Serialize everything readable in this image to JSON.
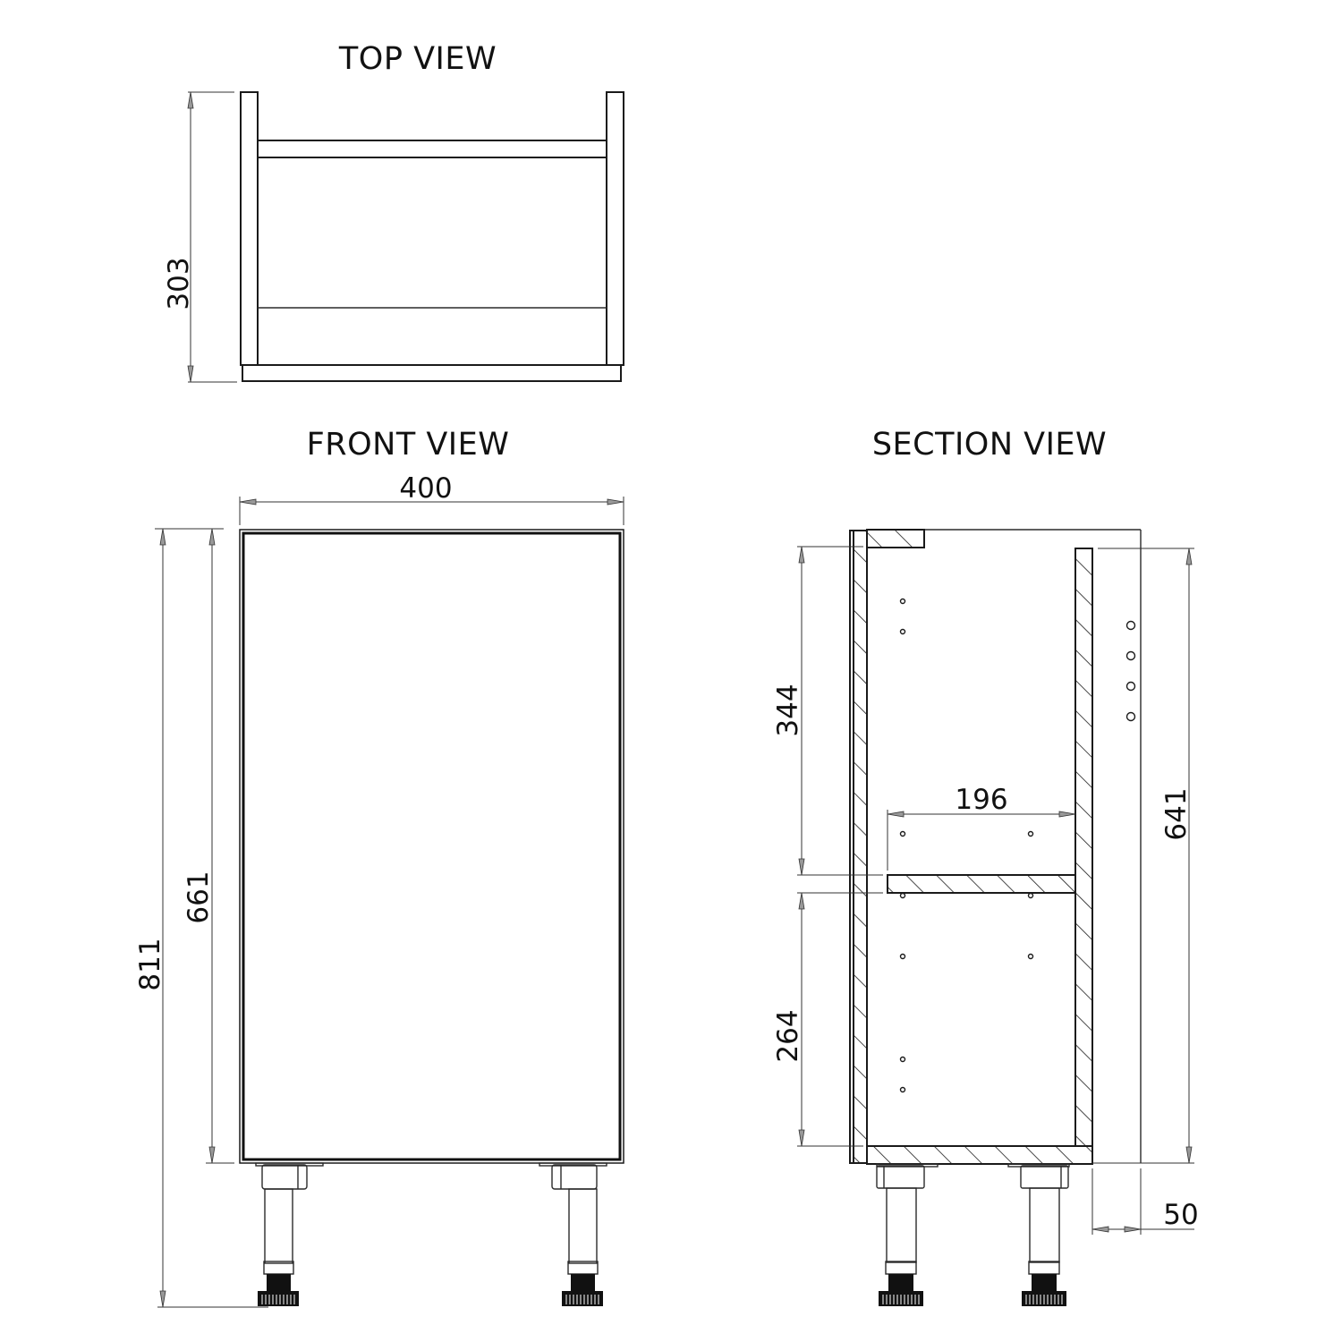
{
  "views": {
    "top": {
      "title": "TOP VIEW"
    },
    "front": {
      "title": "FRONT VIEW"
    },
    "section": {
      "title": "SECTION VIEW"
    }
  },
  "dimensions": {
    "top_depth": "303",
    "front_width": "400",
    "front_total_height": "811",
    "front_carcass_height": "661",
    "section_upper_space": "344",
    "section_lower_space": "264",
    "section_shelf_depth": "196",
    "section_internal_height": "641",
    "section_back_void": "50"
  },
  "colors": {
    "line": "#1a1a1a",
    "background": "#ffffff"
  }
}
